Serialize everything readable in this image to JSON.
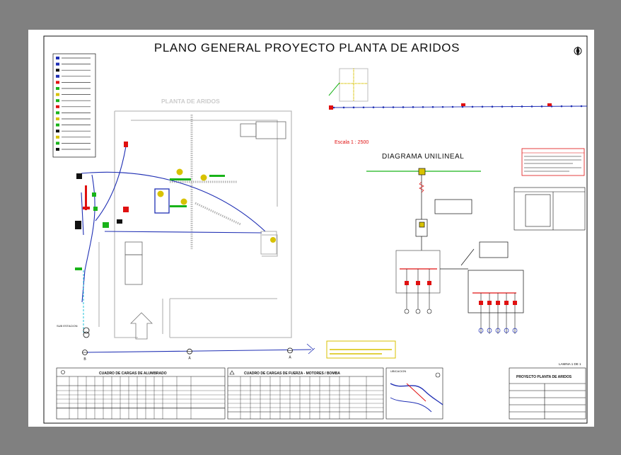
{
  "title": "PLANO GENERAL PROYECTO PLANTA DE ARIDOS",
  "plant_label": "PLANTA DE ARIDOS",
  "scale": "Escala 1 : 2500",
  "single_line": "DIAGRAMA UNILINEAL",
  "sheet_number": "LAMINA 1 DE 1",
  "table_lighting": "CUADRO DE CARGAS DE ALUMBRADO",
  "table_power": "CUADRO DE CARGAS DE FUERZA - MOTORES / BOMBA",
  "project_name": "PROYECTO PLANTA DE ARIDOS",
  "location_label": "UBICACION",
  "pole_markers": [
    "B",
    "A",
    "A"
  ],
  "colors": {
    "frame": "#111111",
    "line_blue": "#1f2fb4",
    "line_red": "#e01010",
    "line_green": "#19b319",
    "line_yellow": "#d8c200",
    "road_gray": "#bdbdbd",
    "cyan": "#20c0d8"
  }
}
